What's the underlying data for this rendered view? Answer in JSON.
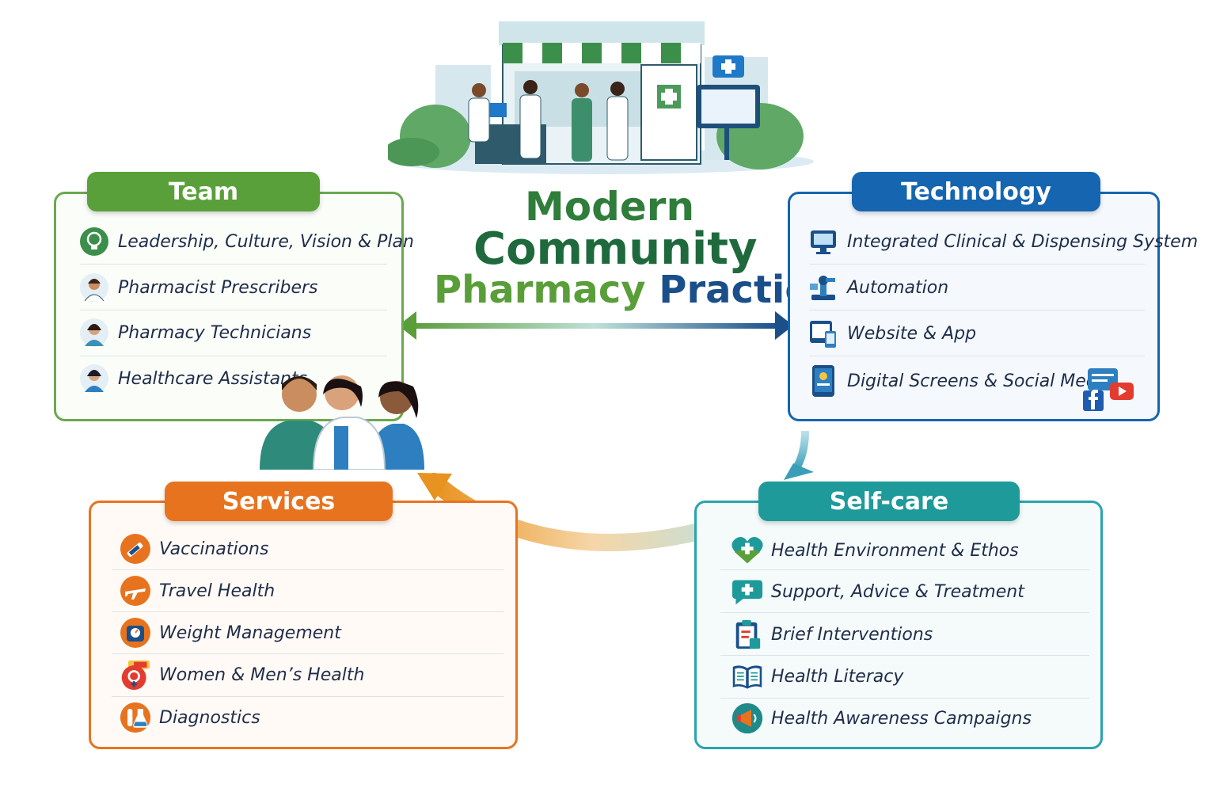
{
  "title": {
    "line1": "Modern",
    "line2": "Community",
    "line3a": "Pharmacy",
    "line3b": "Practice"
  },
  "colors": {
    "team": "#5a9e3a",
    "technology": "#1565b0",
    "services": "#e8731f",
    "selfcare": "#1f9a9a",
    "navy": "#1f2d4a"
  },
  "team": {
    "heading": "Team",
    "items": [
      {
        "label": "Leadership, Culture, Vision & Plan",
        "icon": "lightbulb-icon"
      },
      {
        "label": "Pharmacist Prescribers",
        "icon": "pharmacist-avatar-icon"
      },
      {
        "label": "Pharmacy Technicians",
        "icon": "technician-avatar-icon"
      },
      {
        "label": "Healthcare Assistants",
        "icon": "assistant-avatar-icon"
      }
    ]
  },
  "technology": {
    "heading": "Technology",
    "items": [
      {
        "label": "Integrated Clinical & Dispensing System",
        "icon": "monitor-icon"
      },
      {
        "label": "Automation",
        "icon": "robot-arm-icon"
      },
      {
        "label": "Website & App",
        "icon": "devices-icon"
      },
      {
        "label": "Digital Screens & Social Media",
        "icon": "tablet-icon"
      }
    ]
  },
  "services": {
    "heading": "Services",
    "items": [
      {
        "label": "Vaccinations",
        "icon": "syringe-icon"
      },
      {
        "label": "Travel Health",
        "icon": "airplane-icon"
      },
      {
        "label": "Weight Management",
        "icon": "scale-icon"
      },
      {
        "label": "Women & Men’s Health",
        "icon": "gender-icon"
      },
      {
        "label": "Diagnostics",
        "icon": "flask-icon"
      }
    ]
  },
  "selfcare": {
    "heading": "Self-care",
    "items": [
      {
        "label": "Health Environment & Ethos",
        "icon": "heart-icon"
      },
      {
        "label": "Support, Advice & Treatment",
        "icon": "chat-bubble-icon"
      },
      {
        "label": "Brief Interventions",
        "icon": "clipboard-icon"
      },
      {
        "label": "Health Literacy",
        "icon": "book-icon"
      },
      {
        "label": "Health Awareness Campaigns",
        "icon": "megaphone-icon"
      }
    ]
  }
}
